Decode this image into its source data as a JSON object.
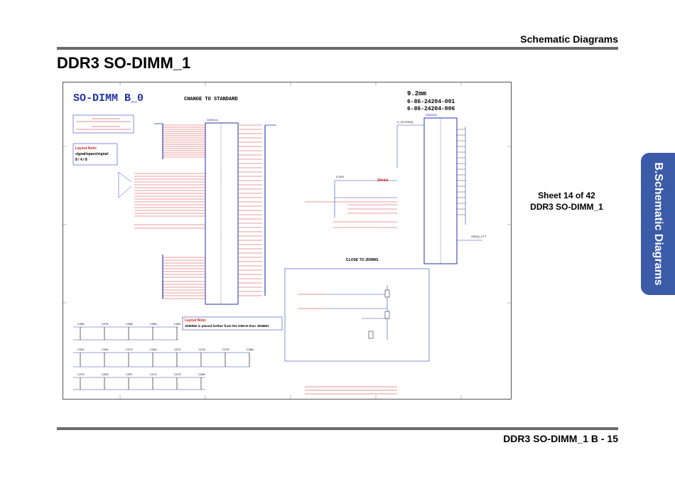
{
  "header": {
    "section_title": "Schematic Diagrams"
  },
  "page_title": "DDR3 SO-DIMM_1",
  "side_tab": {
    "label": "B.Schematic Diagrams"
  },
  "sheet_info": {
    "line1": "Sheet 14 of 42",
    "line2": "DDR3 SO-DIMM_1"
  },
  "footer": {
    "text": "DDR3 SO-DIMM_1  B  -  15"
  },
  "schematic": {
    "block_title": "SO-DIMM B_0",
    "change_note": "CHANGE TO STANDARD",
    "height_note": "9.2mm",
    "part_numbers": [
      "6-86-24204-001",
      "6-86-24204-006"
    ],
    "layout_note1": {
      "title": "Layout Note:",
      "line1": "signal/space/signal:",
      "line2": "8 / 4 / 8"
    },
    "layout_note2": {
      "title": "Layout Note:",
      "text": "JDIMM2 is placed farther from the GMCH than JDIMM1"
    },
    "close_note": "CLOSE TO JDIMM1",
    "width_note": "20mils",
    "connector_top": "DIMM1A",
    "connector_right": "DIMM1B",
    "net_vccddq": "V_VCCDDQ",
    "net_vtt": "VDDQ_VTT",
    "net_3v3": "3.3VS",
    "cap_rows": {
      "row1": [
        "C280",
        "C276",
        "C286",
        "C283",
        "C281"
      ],
      "row2": [
        "C291",
        "C290",
        "C272",
        "C284",
        "C271",
        "C278",
        "C279",
        "C288"
      ],
      "row3": [
        "C270",
        "C293",
        "C297",
        "C274",
        "C273",
        "C285"
      ]
    }
  }
}
